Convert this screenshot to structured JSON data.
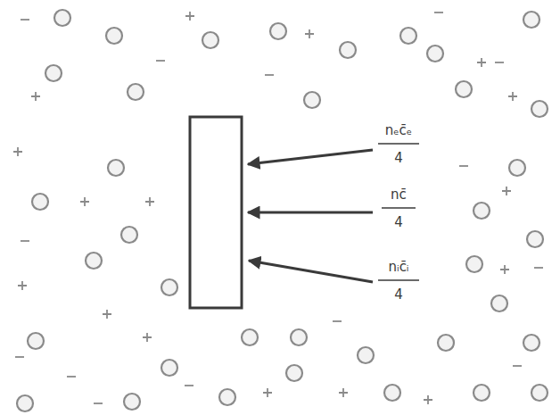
{
  "diagram": {
    "labels": [
      "nₑc̄ₑ",
      "4",
      "nc̄",
      "4",
      "nᵢc̄ᵢ",
      "4"
    ]
  }
}
